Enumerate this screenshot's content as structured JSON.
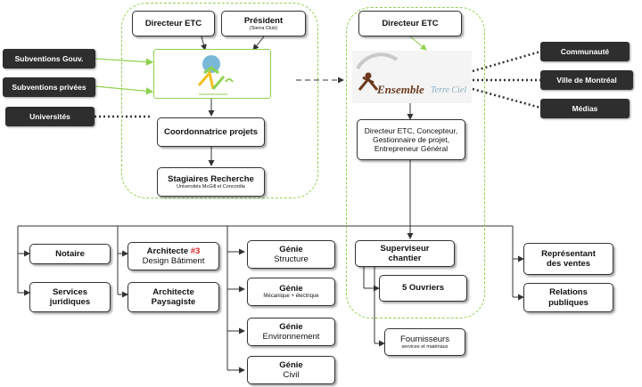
{
  "left_group": {
    "directeur": "Directeur ETC",
    "president": "Président",
    "president_sub": "(Sierra Club)",
    "coordonnatrice": "Coordonnatrice projets",
    "stagiaires": "Stagiaires Recherche",
    "stagiaires_sub": "Universités McGill et Concordia"
  },
  "right_group": {
    "directeur": "Directeur ETC",
    "logo_main": "Ensemble",
    "logo_sub": "Terre Ciel",
    "roles": "Directeur ETC, Concepteur, Gestionnaire de projet, Entrepreneur Général"
  },
  "funders": {
    "gouv": "Subventions Gouv.",
    "privees": "Subventions privées",
    "universites": "Universités"
  },
  "partners": {
    "communaute": "Communauté",
    "ville": "Ville de Montréal",
    "medias": "Médias"
  },
  "bottom": {
    "notaire": "Notaire",
    "services_juridiques_1": "Services",
    "services_juridiques_2": "juridiques",
    "architecte": "Architecte",
    "architecte_num": "#3",
    "design": "Design Bâtiment",
    "architecte_pay_1": "Architecte",
    "architecte_pay_2": "Paysagiste",
    "genie": "Génie",
    "structure": "Structure",
    "mecanique": "Mécanique + électrique",
    "environnement": "Environnement",
    "civil": "Civil",
    "superviseur_1": "Superviseur",
    "superviseur_2": "chantier",
    "ouvriers": "5 Ouvriers",
    "fournisseurs": "Fournisseurs",
    "fournisseurs_sub": "services et matériaux",
    "representant_1": "Représentant",
    "representant_2": "des ventes",
    "relations_1": "Relations",
    "relations_2": "publiques"
  },
  "colors": {
    "accent_green": "#8fd14f",
    "dark_box": "#2e2e2e",
    "highlight_red": "#e02020"
  }
}
